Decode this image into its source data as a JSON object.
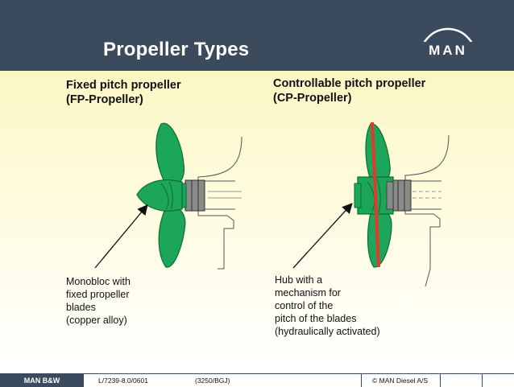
{
  "header": {
    "title": "Propeller Types",
    "logo_text": "MAN"
  },
  "left": {
    "heading_line1": "Fixed pitch propeller",
    "heading_line2": "(FP-Propeller)",
    "note_lines": [
      "Monobloc with",
      "fixed propeller",
      "blades",
      "(copper alloy)"
    ]
  },
  "right": {
    "heading_line1": "Controllable pitch propeller",
    "heading_line2": "(CP-Propeller)",
    "note_lines": [
      "Hub with a",
      "mechanism for",
      "control of the",
      "pitch of the blades",
      "(hydraulically activated)"
    ]
  },
  "footer": {
    "brand": "MAN B&W",
    "doc_ref": "L/7239-8.0/0601",
    "code": "(3250/BGJ)",
    "copyright": "© MAN Diesel A/S"
  },
  "colors": {
    "header": "#3b4a5c",
    "blade": "#1ca659",
    "blade_dark": "#0d6b35",
    "pitch_line": "#e03a2a",
    "hub_gray": "#8a8a8a"
  }
}
